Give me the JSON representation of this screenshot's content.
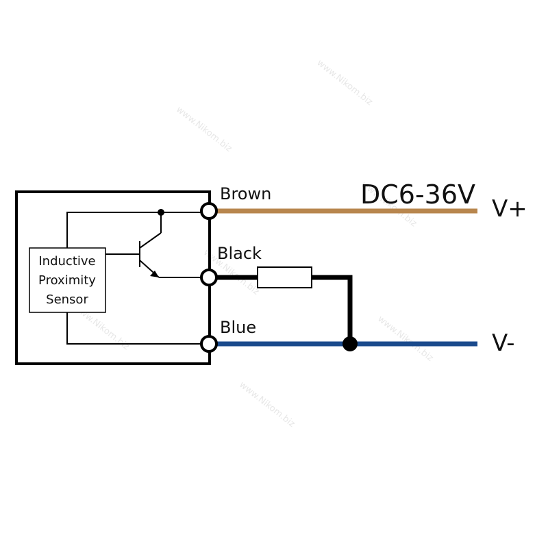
{
  "sensor": {
    "lines": [
      "Inductive",
      "Proximity",
      "Sensor"
    ]
  },
  "wires": {
    "brown": {
      "label": "Brown",
      "color": "#b8864e"
    },
    "black": {
      "label": "Black",
      "color": "#000000"
    },
    "blue": {
      "label": "Blue",
      "color": "#1a4a8c"
    }
  },
  "supply": {
    "voltage": "DC6-36V",
    "positive": "V+",
    "negative": "V-"
  },
  "watermark": {
    "text": "www.Nikom.biz"
  }
}
